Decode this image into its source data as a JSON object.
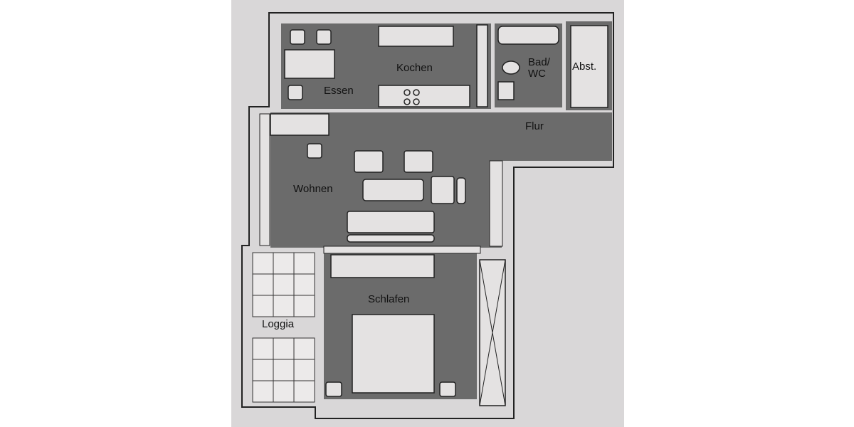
{
  "floor_plan": {
    "rooms": {
      "essen": "Essen",
      "kochen": "Kochen",
      "bad_wc": "Bad/ WC",
      "bad_line1": "Bad/",
      "bad_line2": "WC",
      "abst": "Abst.",
      "flur": "Flur",
      "wohnen": "Wohnen",
      "schlafen": "Schlafen",
      "loggia": "Loggia"
    },
    "colors": {
      "background": "#d9d7d8",
      "room_fill": "#6b6b6b",
      "walls": "#222222",
      "furniture": "#e4e2e2"
    }
  }
}
